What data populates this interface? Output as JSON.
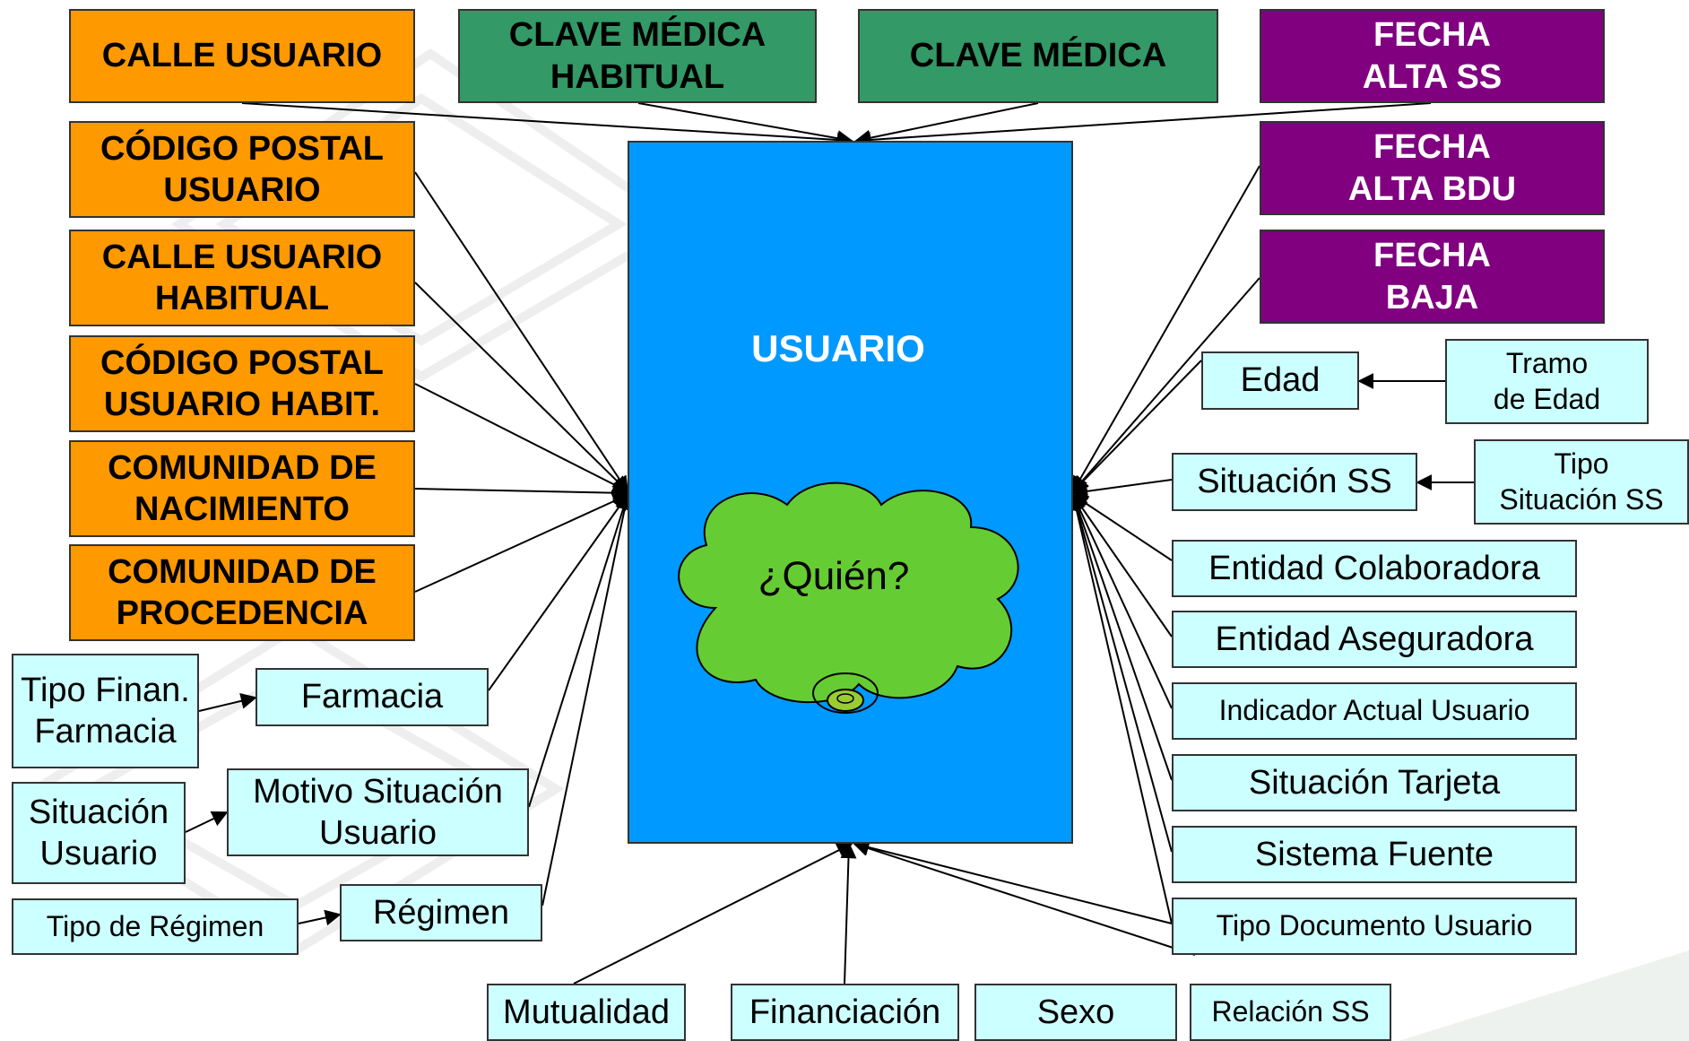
{
  "diagram": {
    "center": {
      "title": "USUARIO",
      "cloud_text": "¿Quién?"
    },
    "top": {
      "calle_usuario": "CALLE USUARIO",
      "clave_medica_habitual": "CLAVE MÉDICA\nHABITUAL",
      "clave_medica": "CLAVE MÉDICA",
      "fecha_alta_ss": "FECHA\nALTA SS"
    },
    "left": {
      "codigo_postal_usuario": "CÓDIGO POSTAL\nUSUARIO",
      "calle_usuario_habitual": "CALLE USUARIO\nHABITUAL",
      "codigo_postal_usuario_habit": "CÓDIGO POSTAL\nUSUARIO HABIT.",
      "comunidad_nacimiento": "COMUNIDAD DE\nNACIMIENTO",
      "comunidad_procedencia": "COMUNIDAD  DE\nPROCEDENCIA",
      "farmacia": "Farmacia",
      "tipo_finan_farmacia": "Tipo Finan.\nFarmacia",
      "motivo_situacion_usuario": "Motivo Situación\nUsuario",
      "situacion_usuario": "Situación\nUsuario",
      "regimen": "Régimen",
      "tipo_de_regimen": "Tipo de Régimen"
    },
    "right": {
      "fecha_alta_bdu": "FECHA\nALTA BDU",
      "fecha_baja": "FECHA\nBAJA",
      "edad": "Edad",
      "tramo_de_edad": "Tramo\nde Edad",
      "situacion_ss": "Situación SS",
      "tipo_situacion_ss": "Tipo\nSituación SS",
      "entidad_colaboradora": "Entidad Colaboradora",
      "entidad_aseguradora": "Entidad Aseguradora",
      "indicador_actual_usuario": "Indicador Actual Usuario",
      "situacion_tarjeta": "Situación Tarjeta",
      "sistema_fuente": "Sistema Fuente",
      "tipo_documento_usuario": "Tipo Documento Usuario"
    },
    "bottom": {
      "mutualidad": "Mutualidad",
      "financiacion": "Financiación",
      "sexo": "Sexo",
      "relacion_ss": "Relación SS"
    }
  },
  "colors": {
    "orange": "#ff9900",
    "green": "#339966",
    "purple": "#800080",
    "cyan": "#ccffff",
    "blue": "#0099ff",
    "cloud": "#66cc33"
  }
}
